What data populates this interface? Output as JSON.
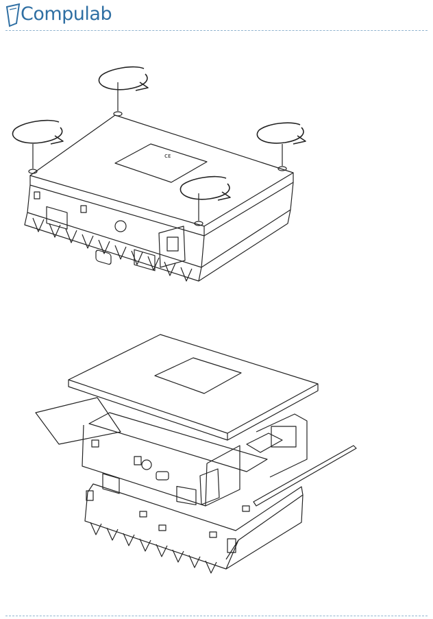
{
  "header": {
    "brand": "Compulab",
    "accent_color": "#2f6fa3",
    "rule_color": "#8fb3cf"
  },
  "figures": [
    {
      "icon": "screw-removal-illustration"
    },
    {
      "icon": "bottom-cover-exploded-illustration"
    }
  ]
}
